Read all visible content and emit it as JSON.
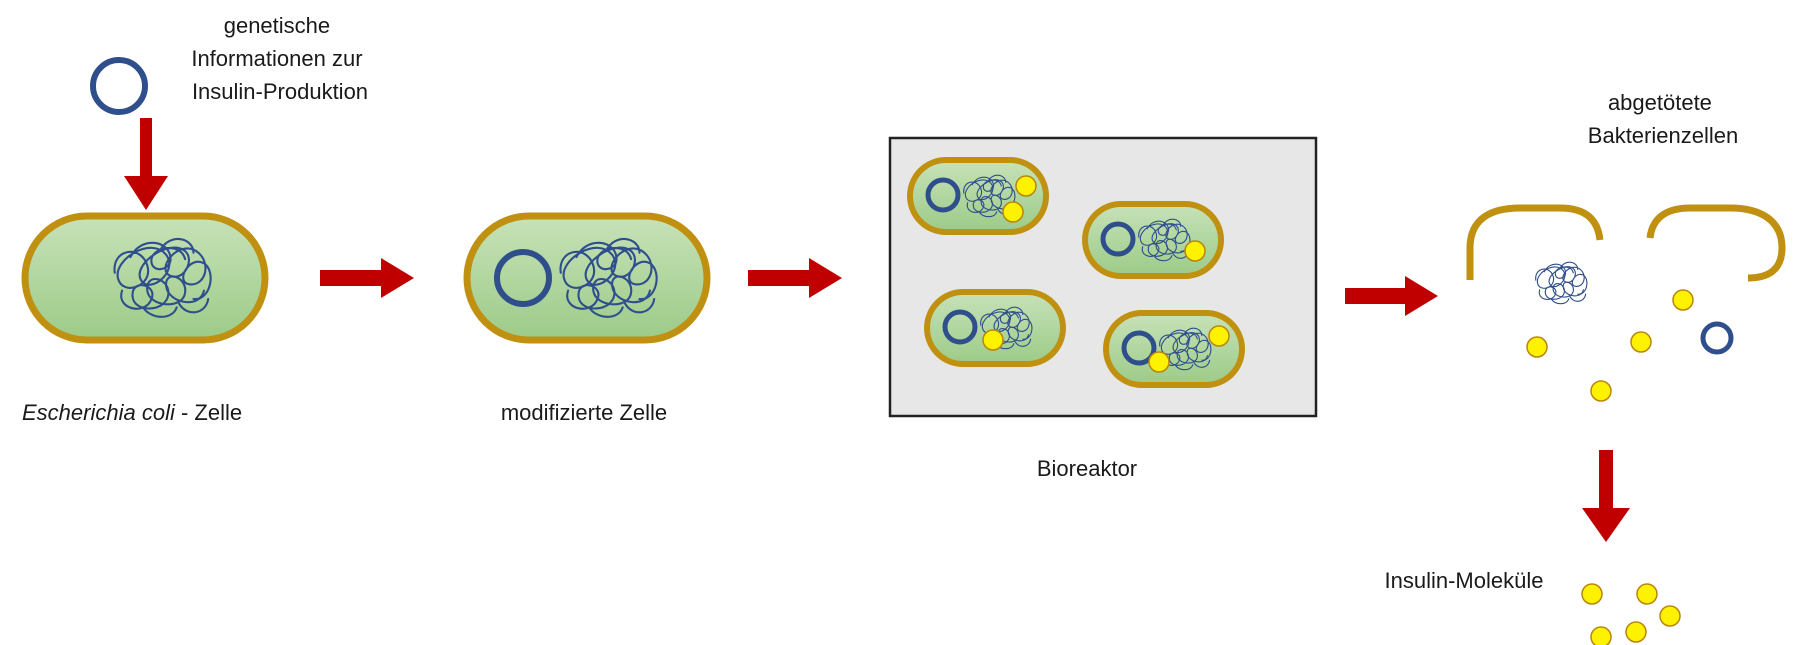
{
  "colors": {
    "membrane": "#C09010",
    "cytoplasm_light": "#C7E2B8",
    "cytoplasm_dark": "#9CCB88",
    "dna": "#2F4E8C",
    "plasmid": "#2F4E8C",
    "arrow": "#C00000",
    "insulin_fill": "#FFF200",
    "insulin_stroke": "#B8860B",
    "reactor_fill": "#E7E7E7",
    "reactor_stroke": "#222222"
  },
  "labels": {
    "genetic_info": [
      "genetische",
      "Informationen zur",
      "Insulin-Produktion"
    ],
    "ecoli_species": "Escherichia coli",
    "ecoli_suffix": " - Zelle",
    "modified_cell": "modifizierte Zelle",
    "bioreactor": "Bioreaktor",
    "killed_cells": [
      "abgetötete",
      "Bakterienzellen"
    ],
    "insulin_molecules": "Insulin-Moleküle"
  },
  "icons": {
    "plasmid": "plasmid-ring-icon",
    "dna": "dna-coil-icon",
    "insulin": "insulin-molecule-icon",
    "arrow": "process-arrow-icon"
  }
}
